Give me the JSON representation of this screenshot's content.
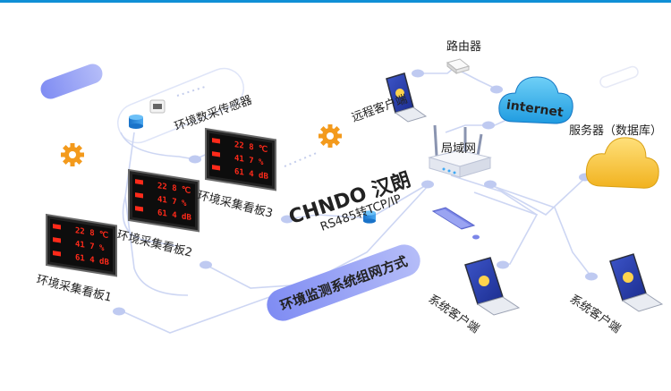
{
  "title": "环境监测系统组网方式",
  "watermark": "CHNDO 汉朗",
  "nodes": {
    "sensor": "环境数采传感器",
    "router": "路由器",
    "remote_client": "远程客户端",
    "internet": "internet",
    "server": "服务器（数据库）",
    "lan": "局域网",
    "protocol": "RS485转TCP/IP",
    "board1": "环境采集看板1",
    "board2": "环境采集看板2",
    "board3": "环境采集看板3",
    "client_a": "系统客户端",
    "client_b": "系统客户端"
  },
  "board_readings": {
    "temperature": "22 8 ℃",
    "humidity": "41 7 %",
    "noise": "61 4 dB"
  },
  "colors": {
    "line": "#cdd6f3",
    "dot": "#b9c5f0",
    "accent": "#6f7df0",
    "cloud_blue": "#3db4ee",
    "cloud_yellow": "#f6c443",
    "gear": "#f39a1c",
    "led": "#ff2a1a",
    "top_bar": "#0f8fd6"
  }
}
